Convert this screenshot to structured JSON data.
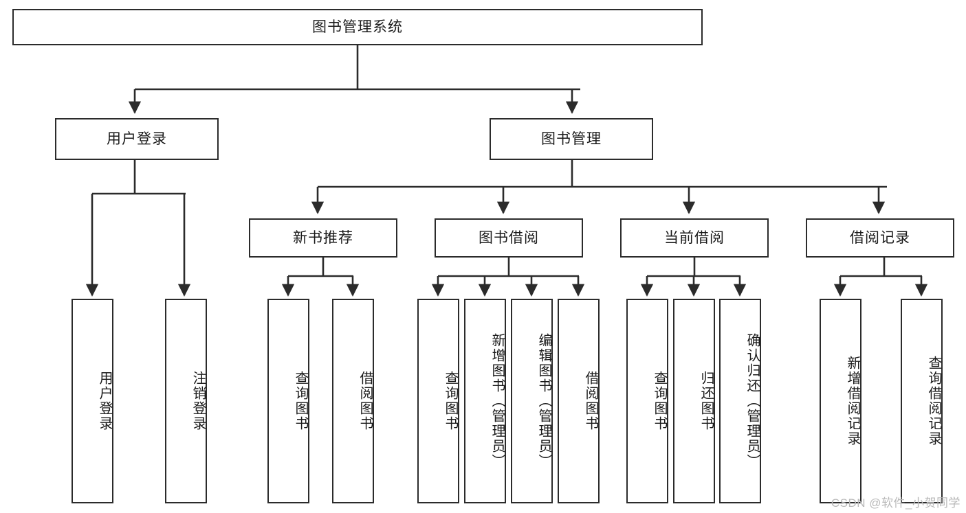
{
  "diagram": {
    "title": "图书管理系统",
    "type": "tree-hierarchy",
    "watermark": "CSDN @软件_小贺同学",
    "colors": {
      "background": "#ffffff",
      "box_border": "#2b2b2b",
      "box_fill": "#ffffff",
      "connector": "#2b2b2b",
      "text": "#1a1a1a",
      "watermark": "#b9b9b9"
    },
    "root": {
      "id": "root",
      "label": "图书管理系统",
      "orientation": "horizontal"
    },
    "level1": [
      {
        "id": "user-login",
        "label": "用户登录",
        "orientation": "horizontal"
      },
      {
        "id": "book-manage",
        "label": "图书管理",
        "orientation": "horizontal"
      }
    ],
    "level2": [
      {
        "id": "new-book-rec",
        "label": "新书推荐",
        "orientation": "horizontal",
        "parent": "book-manage"
      },
      {
        "id": "book-borrow",
        "label": "图书借阅",
        "orientation": "horizontal",
        "parent": "book-manage"
      },
      {
        "id": "current-borrow",
        "label": "当前借阅",
        "orientation": "horizontal",
        "parent": "book-manage"
      },
      {
        "id": "borrow-record",
        "label": "借阅记录",
        "orientation": "horizontal",
        "parent": "book-manage"
      }
    ],
    "leaves": [
      {
        "id": "leaf-user-login",
        "label": "用户登录",
        "orientation": "vertical",
        "parent": "user-login"
      },
      {
        "id": "leaf-logout",
        "label": "注销登录",
        "orientation": "vertical",
        "parent": "user-login"
      },
      {
        "id": "leaf-query-book-1",
        "label": "查询图书",
        "orientation": "vertical",
        "parent": "new-book-rec"
      },
      {
        "id": "leaf-borrow-book-1",
        "label": "借阅图书",
        "orientation": "vertical",
        "parent": "new-book-rec"
      },
      {
        "id": "leaf-query-book-2",
        "label": "查询图书",
        "orientation": "vertical",
        "parent": "book-borrow"
      },
      {
        "id": "leaf-add-book",
        "label": "新增图书（管理员）",
        "orientation": "vertical",
        "parent": "book-borrow"
      },
      {
        "id": "leaf-edit-book",
        "label": "编辑图书（管理员）",
        "orientation": "vertical",
        "parent": "book-borrow"
      },
      {
        "id": "leaf-borrow-book-2",
        "label": "借阅图书",
        "orientation": "vertical",
        "parent": "book-borrow"
      },
      {
        "id": "leaf-query-book-3",
        "label": "查询图书",
        "orientation": "vertical",
        "parent": "current-borrow"
      },
      {
        "id": "leaf-return-book",
        "label": "归还图书",
        "orientation": "vertical",
        "parent": "current-borrow"
      },
      {
        "id": "leaf-confirm-return",
        "label": "确认归还（管理员）",
        "orientation": "vertical",
        "parent": "current-borrow"
      },
      {
        "id": "leaf-add-record",
        "label": "新增借阅记录",
        "orientation": "vertical",
        "parent": "borrow-record"
      },
      {
        "id": "leaf-query-record",
        "label": "查询借阅记录",
        "orientation": "vertical",
        "parent": "borrow-record"
      }
    ]
  }
}
